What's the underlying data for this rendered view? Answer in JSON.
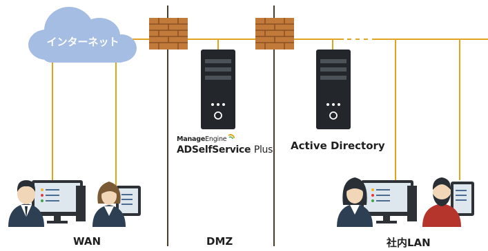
{
  "internet": {
    "label": "インターネット"
  },
  "dmz_server": {
    "brand": "ManageEngine",
    "brand_prefix": "Manage",
    "brand_suffix": "Engine",
    "product": "ADSelfService Plus",
    "product_main": "ADSelfService",
    "product_plus": "Plus"
  },
  "ad_server": {
    "label": "Active Directory"
  },
  "zones": {
    "wan": "WAN",
    "dmz": "DMZ",
    "lan": "社内LAN"
  },
  "colors": {
    "network_line": "#e2a420",
    "divider": "#4a3a28",
    "cloud": "#a6bde3",
    "firewall": "#c27a3a",
    "firewall_mortar": "#8a4f22",
    "server": "#23272b",
    "monitor_frame": "#2e3236",
    "monitor_screen": "#dfe7ee",
    "skin": "#f1d7b8",
    "suit": "#2d3f52",
    "hair": "#3a2a1e",
    "red_shirt": "#b5342c"
  }
}
